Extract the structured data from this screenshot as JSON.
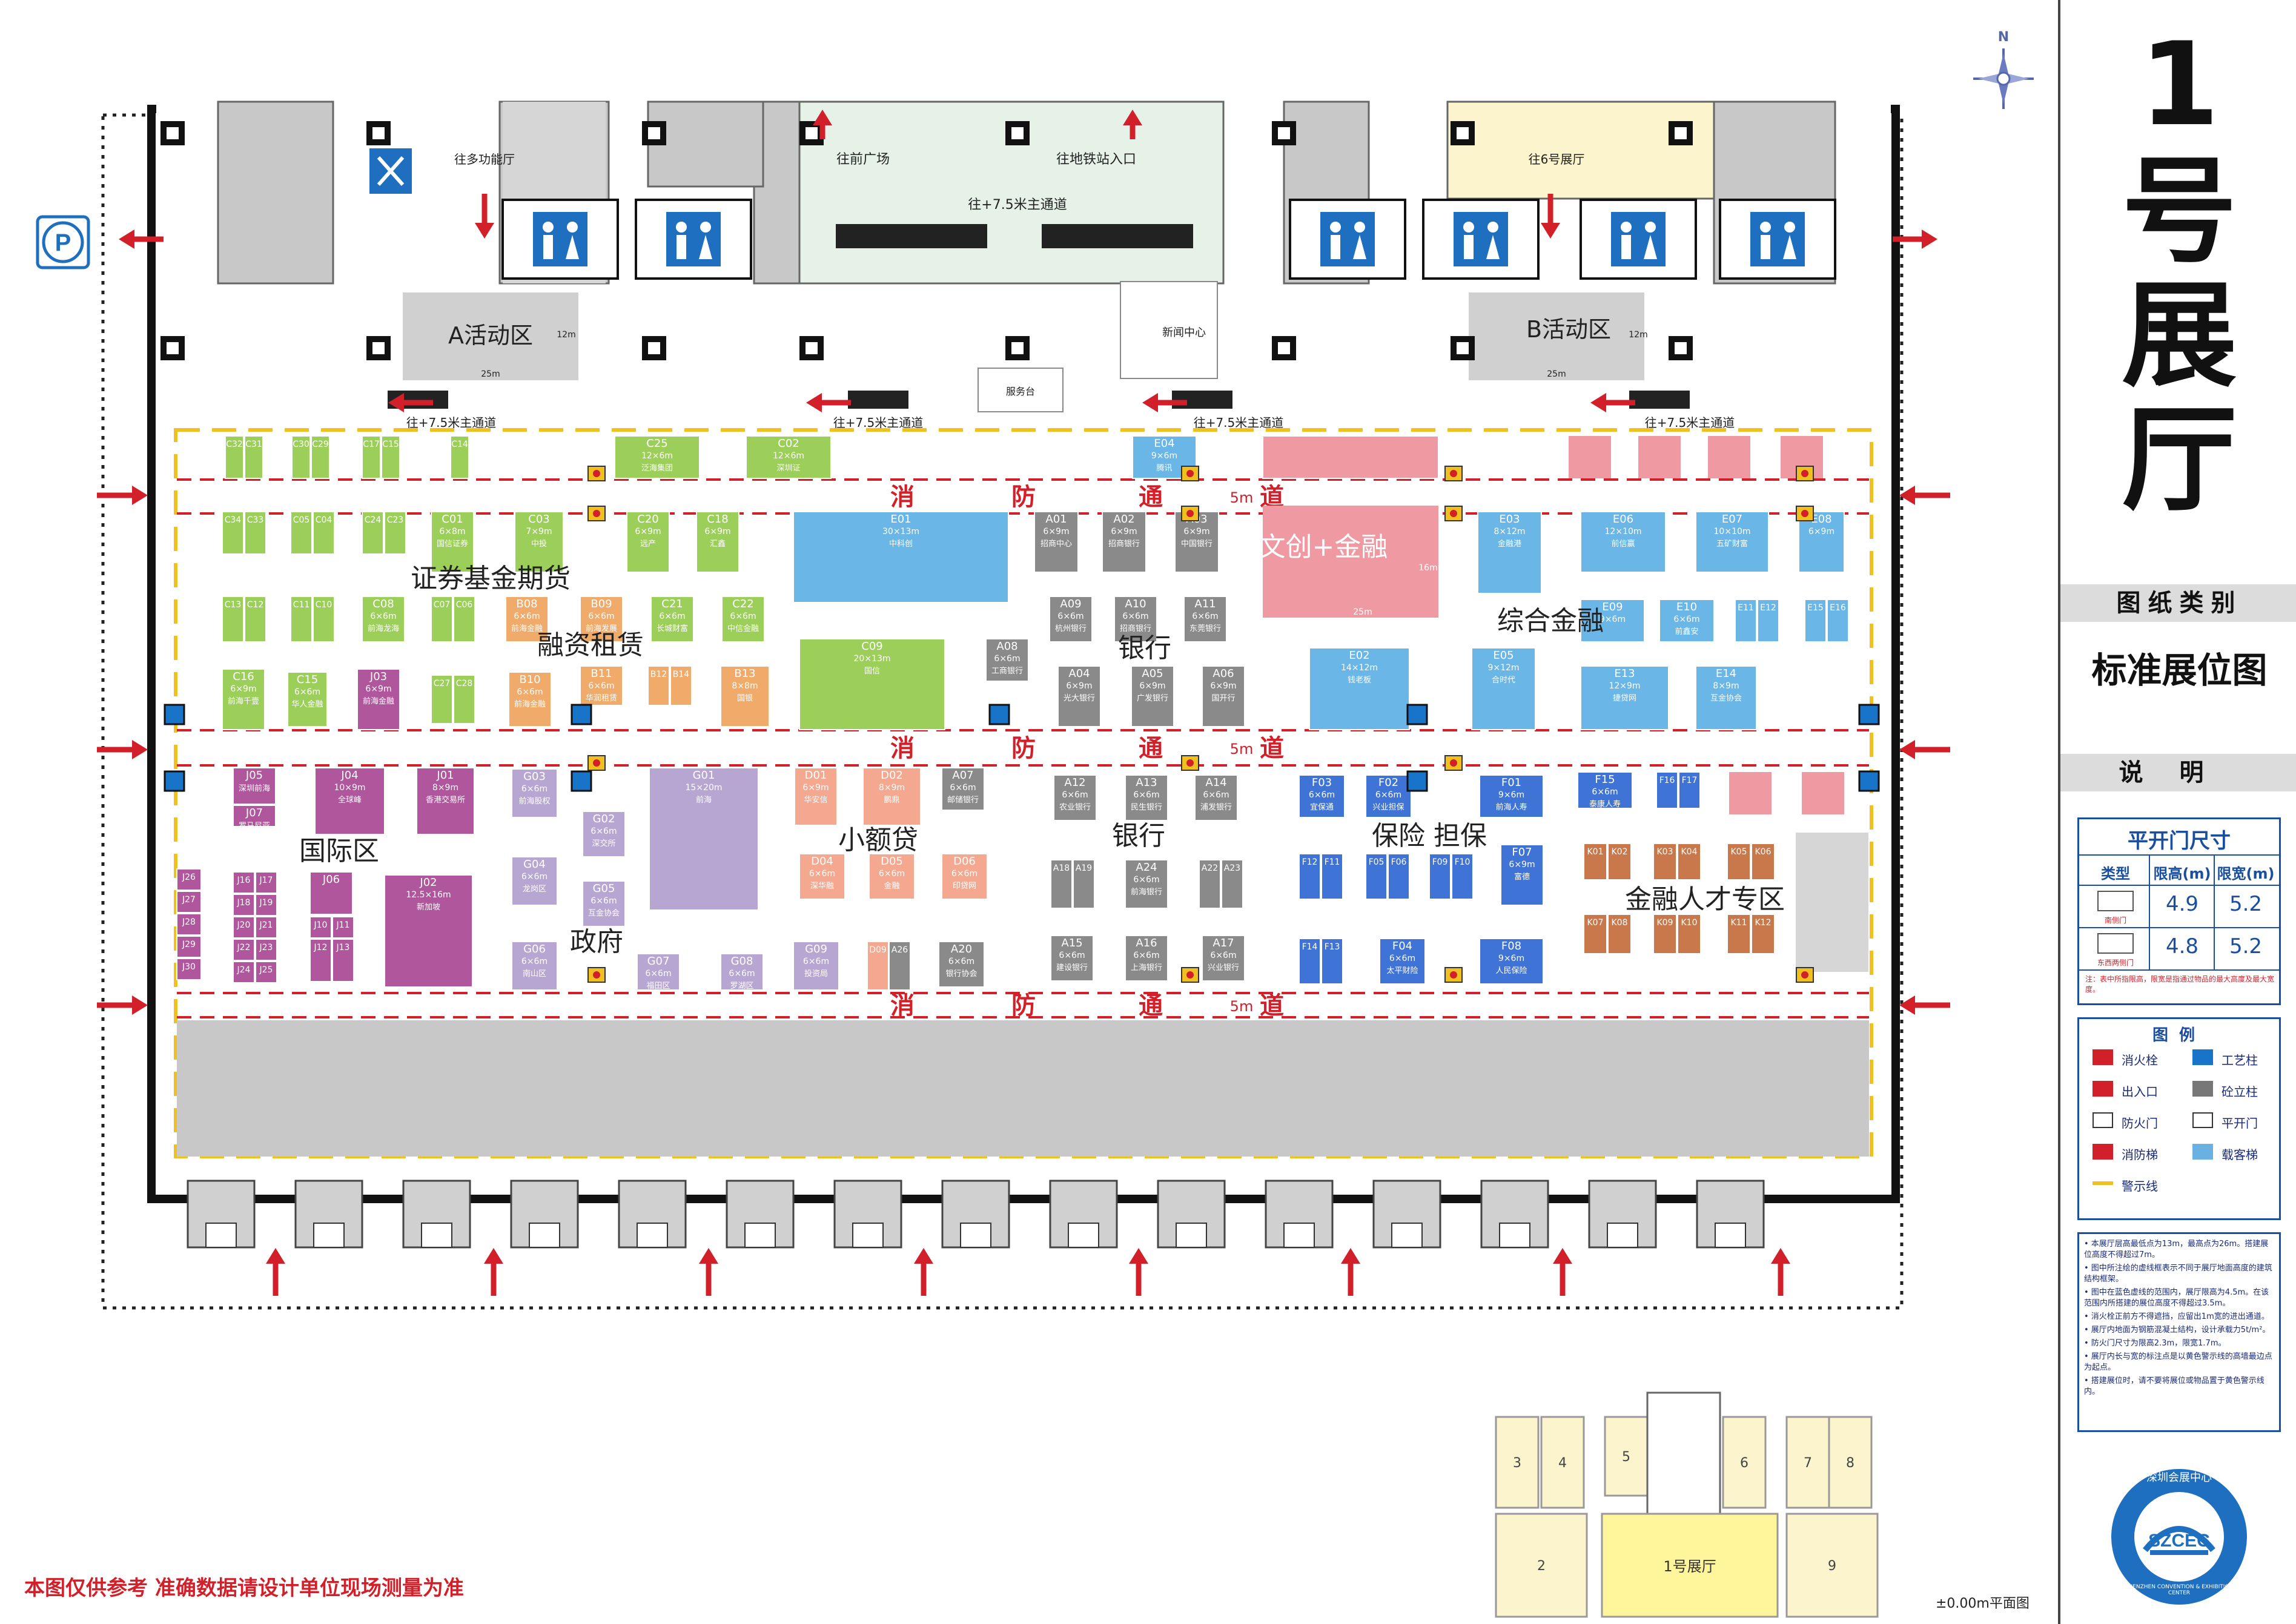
{
  "hall_title_chars": [
    "1",
    "号",
    "展",
    "厅"
  ],
  "compass_label": "N",
  "sidebar": {
    "category_band": "图纸类别",
    "drawing_type": "标准展位图",
    "notes_band": "说明",
    "door_table": {
      "title": "平开门尺寸",
      "headers": [
        "类型",
        "限高(m)",
        "限宽(m)"
      ],
      "rows": [
        {
          "type": "南侧门",
          "height": "4.9",
          "width": "5.2"
        },
        {
          "type": "东西两侧门",
          "height": "4.8",
          "width": "5.2"
        }
      ],
      "note": "注：表中所指限高，限宽是指通过物品的最大高度及最大宽度。"
    },
    "legend": {
      "title": "图例",
      "items": [
        {
          "label": "消火栓",
          "icon": "hydrant-icon",
          "color": "#d2202a"
        },
        {
          "label": "工艺柱",
          "icon": "column-icon",
          "color": "#1874c8"
        },
        {
          "label": "出入口",
          "icon": "entrance-arrow-icon",
          "color": "#d2202a"
        },
        {
          "label": "砼立柱",
          "icon": "concrete-column-icon",
          "color": "#777777"
        },
        {
          "label": "防火门",
          "icon": "fire-door-icon",
          "color": "#333333"
        },
        {
          "label": "平开门",
          "icon": "swing-door-icon",
          "color": "#333333"
        },
        {
          "label": "消防梯",
          "icon": "fire-stair-icon",
          "color": "#d2202a"
        },
        {
          "label": "载客梯",
          "icon": "elevator-icon",
          "color": "#6ab0e0"
        },
        {
          "label": "警示线",
          "icon": "warning-line-icon",
          "color": "#f0c020"
        }
      ]
    },
    "notes": [
      "本展厅层高最低点为13m，最高点为26m。搭建展位高度不得超过7m。",
      "图中所注绘的虚线框表示不同于展厅地面高度的建筑结构框架。",
      "图中在蓝色虚线的范围内，展厅限高为4.5m。在该范围内所搭建的展位高度不得超过3.5m。",
      "消火栓正前方不得遮挡，应留出1m宽的进出通道。",
      "展厅内地面为钢筋混凝土结构，设计承载力5t/m²。",
      "防火门尺寸为限高2.3m，限宽1.7m。",
      "展厅内长与宽的标注点是以黄色警示线的高墙最边点为起点。",
      "搭建展位时，请不要将展位或物品置于黄色警示线内。"
    ],
    "logo_text": "SZCEC",
    "logo_ring_cn": "深圳会展中心",
    "logo_ring_en": "SHENZHEN CONVENTION & EXHIBITION CENTER"
  },
  "footer": {
    "warning": "本图仅供参考 准确数据请设计单位现场测量为准",
    "level": "±0.00m平面图"
  },
  "north_labels": {
    "multi_hall": "往多功能厅",
    "front_plaza": "往前广场",
    "metro": "往地铁站入口",
    "hall6": "往6号展厅",
    "main_passage_75": "往+7.5米主通道",
    "service_desk": "服务台",
    "news_center": "新闻中心",
    "area_a": "A活动区",
    "area_b": "B活动区",
    "dim_12m": "12m",
    "dim_25m": "25m",
    "dim_16m": "16m"
  },
  "fire_lane": {
    "chars": [
      "消",
      "防",
      "通",
      "道"
    ],
    "width": "5m"
  },
  "zones": [
    {
      "name": "证券基金期货"
    },
    {
      "name": "融资租赁"
    },
    {
      "name": "银行"
    },
    {
      "name": "综合金融"
    },
    {
      "name": "国际区"
    },
    {
      "name": "小额贷"
    },
    {
      "name": "银行"
    },
    {
      "name": "保险 担保"
    },
    {
      "name": "政府"
    },
    {
      "name": "金融人才专区"
    }
  ],
  "booth_colors": {
    "securities": "#9ccf5a",
    "leasing": "#f0aa6a",
    "bank": "#8a8a8a",
    "culture": "#ef9aa2",
    "finance": "#6ab6e6",
    "international": "#b0569c",
    "government": "#b8a6d2",
    "microloan": "#f5a890",
    "insurance": "#3f74d6",
    "talent": "#c8784a",
    "event": "#d0d0d0",
    "toilet": "#1f6fc0"
  },
  "booths": [
    {
      "id": "C32",
      "size": "",
      "org": ""
    },
    {
      "id": "C31",
      "size": "",
      "org": ""
    },
    {
      "id": "C30",
      "size": "",
      "org": ""
    },
    {
      "id": "C29",
      "size": "",
      "org": ""
    },
    {
      "id": "C17",
      "size": "",
      "org": ""
    },
    {
      "id": "C15",
      "size": "",
      "org": ""
    },
    {
      "id": "C09",
      "size": "",
      "org": ""
    },
    {
      "id": "C14",
      "size": "",
      "org": ""
    },
    {
      "id": "C25",
      "size": "12×6m",
      "org": "泛海集团"
    },
    {
      "id": "C02",
      "size": "12×6m",
      "org": "深圳证"
    },
    {
      "id": "C34",
      "size": "",
      "org": ""
    },
    {
      "id": "C33",
      "size": "",
      "org": ""
    },
    {
      "id": "C05",
      "size": "",
      "org": ""
    },
    {
      "id": "C04",
      "size": "",
      "org": ""
    },
    {
      "id": "C24",
      "size": "",
      "org": ""
    },
    {
      "id": "C23",
      "size": "",
      "org": ""
    },
    {
      "id": "C01",
      "size": "6×8m",
      "org": "国信证券"
    },
    {
      "id": "C03",
      "size": "7×9m",
      "org": "中投"
    },
    {
      "id": "C20",
      "size": "6×9m",
      "org": "远产"
    },
    {
      "id": "C18",
      "size": "6×9m",
      "org": "汇鑫"
    },
    {
      "id": "C13",
      "size": "",
      "org": ""
    },
    {
      "id": "C12",
      "size": "",
      "org": ""
    },
    {
      "id": "C11",
      "size": "",
      "org": ""
    },
    {
      "id": "C10",
      "size": "",
      "org": ""
    },
    {
      "id": "C08",
      "size": "6×6m",
      "org": "前海龙海"
    },
    {
      "id": "C07",
      "size": "",
      "org": ""
    },
    {
      "id": "C06",
      "size": "",
      "org": ""
    },
    {
      "id": "B08",
      "size": "6×6m",
      "org": "前海金融"
    },
    {
      "id": "B09",
      "size": "6×6m",
      "org": "前海发展"
    },
    {
      "id": "C21",
      "size": "6×6m",
      "org": "长城财富"
    },
    {
      "id": "C22",
      "size": "6×6m",
      "org": "中信金融"
    },
    {
      "id": "C16",
      "size": "6×9m",
      "org": "前海千壹"
    },
    {
      "id": "C15",
      "size": "6×6m",
      "org": "华人金融"
    },
    {
      "id": "J03",
      "size": "6×9m",
      "org": "前海金融"
    },
    {
      "id": "C27",
      "size": "",
      "org": ""
    },
    {
      "id": "C28",
      "size": "",
      "org": ""
    },
    {
      "id": "B10",
      "size": "6×6m",
      "org": "前海金融"
    },
    {
      "id": "B11",
      "size": "6×6m",
      "org": "华润租赁"
    },
    {
      "id": "B12",
      "size": "",
      "org": ""
    },
    {
      "id": "B14",
      "size": "",
      "org": ""
    },
    {
      "id": "B13",
      "size": "8×8m",
      "org": "国银"
    },
    {
      "id": "E04",
      "size": "9×6m",
      "org": "腾讯"
    },
    {
      "id": "E01",
      "size": "30×13m",
      "org": "中科创"
    },
    {
      "id": "A01",
      "size": "6×9m",
      "org": "招商中心"
    },
    {
      "id": "A02",
      "size": "6×9m",
      "org": "招商银行"
    },
    {
      "id": "A03",
      "size": "6×9m",
      "org": "中国银行"
    },
    {
      "id": "A09",
      "size": "6×6m",
      "org": "杭州银行"
    },
    {
      "id": "A10",
      "size": "6×6m",
      "org": "招商银行"
    },
    {
      "id": "A11",
      "size": "6×6m",
      "org": "东莞银行"
    },
    {
      "id": "C09",
      "size": "20×13m",
      "org": "国信"
    },
    {
      "id": "A08",
      "size": "6×6m",
      "org": "工商银行"
    },
    {
      "id": "A04",
      "size": "6×9m",
      "org": "光大银行"
    },
    {
      "id": "A05",
      "size": "6×9m",
      "org": "广发银行"
    },
    {
      "id": "A06",
      "size": "6×9m",
      "org": "国开行"
    },
    {
      "id": "WC1",
      "size": "",
      "org": "文创+金融"
    },
    {
      "id": "E03",
      "size": "8×12m",
      "org": "金融港"
    },
    {
      "id": "E06",
      "size": "12×10m",
      "org": "前信赢"
    },
    {
      "id": "E07",
      "size": "10×10m",
      "org": "五矿财富"
    },
    {
      "id": "E08",
      "size": "6×9m",
      "org": ""
    },
    {
      "id": "E09",
      "size": "9×6m",
      "org": ""
    },
    {
      "id": "E10",
      "size": "6×6m",
      "org": "前鑫安"
    },
    {
      "id": "E11",
      "size": "",
      "org": ""
    },
    {
      "id": "E12",
      "size": "",
      "org": ""
    },
    {
      "id": "E15",
      "size": "",
      "org": ""
    },
    {
      "id": "E16",
      "size": "",
      "org": ""
    },
    {
      "id": "E02",
      "size": "14×12m",
      "org": "钱老板"
    },
    {
      "id": "E05",
      "size": "9×12m",
      "org": "合时代"
    },
    {
      "id": "E13",
      "size": "12×9m",
      "org": "捷贷网"
    },
    {
      "id": "E14",
      "size": "8×9m",
      "org": "互金协会"
    },
    {
      "id": "J05",
      "size": "",
      "org": "深圳前海"
    },
    {
      "id": "J07",
      "size": "",
      "org": "罗马尼亚"
    },
    {
      "id": "J04",
      "size": "10×9m",
      "org": "全球峰"
    },
    {
      "id": "J01",
      "size": "8×9m",
      "org": "香港交易所"
    },
    {
      "id": "G03",
      "size": "6×6m",
      "org": "前海股权"
    },
    {
      "id": "G01",
      "size": "15×20m",
      "org": "前海"
    },
    {
      "id": "G02",
      "size": "6×6m",
      "org": "深交所"
    },
    {
      "id": "G04",
      "size": "6×6m",
      "org": "龙岗区"
    },
    {
      "id": "G05",
      "size": "6×6m",
      "org": "互金协会"
    },
    {
      "id": "J16",
      "size": "",
      "org": ""
    },
    {
      "id": "J17",
      "size": "",
      "org": ""
    },
    {
      "id": "J18",
      "size": "",
      "org": ""
    },
    {
      "id": "J19",
      "size": "",
      "org": ""
    },
    {
      "id": "J20",
      "size": "",
      "org": ""
    },
    {
      "id": "J21",
      "size": "",
      "org": ""
    },
    {
      "id": "J22",
      "size": "",
      "org": ""
    },
    {
      "id": "J23",
      "size": "",
      "org": ""
    },
    {
      "id": "J24",
      "size": "",
      "org": ""
    },
    {
      "id": "J25",
      "size": "",
      "org": ""
    },
    {
      "id": "J26",
      "size": "",
      "org": ""
    },
    {
      "id": "J27",
      "size": "",
      "org": ""
    },
    {
      "id": "J28",
      "size": "",
      "org": ""
    },
    {
      "id": "J29",
      "size": "",
      "org": ""
    },
    {
      "id": "J30",
      "size": "",
      "org": ""
    },
    {
      "id": "J06",
      "size": "",
      "org": ""
    },
    {
      "id": "J10",
      "size": "",
      "org": ""
    },
    {
      "id": "J11",
      "size": "",
      "org": ""
    },
    {
      "id": "J12",
      "size": "",
      "org": ""
    },
    {
      "id": "J13",
      "size": "",
      "org": ""
    },
    {
      "id": "J02",
      "size": "12.5×16m",
      "org": "新加坡"
    },
    {
      "id": "G06",
      "size": "6×6m",
      "org": "南山区"
    },
    {
      "id": "G07",
      "size": "6×6m",
      "org": "福田区"
    },
    {
      "id": "G08",
      "size": "6×6m",
      "org": "罗湖区"
    },
    {
      "id": "D01",
      "size": "6×9m",
      "org": "华安信"
    },
    {
      "id": "D02",
      "size": "8×9m",
      "org": "鹏鼎"
    },
    {
      "id": "A07",
      "size": "6×6m",
      "org": "邮储银行"
    },
    {
      "id": "D04",
      "size": "6×6m",
      "org": "深华融"
    },
    {
      "id": "D05",
      "size": "6×6m",
      "org": "金融"
    },
    {
      "id": "D06",
      "size": "6×6m",
      "org": "印贷网"
    },
    {
      "id": "G09",
      "size": "6×6m",
      "org": "投资局"
    },
    {
      "id": "D09",
      "size": "",
      "org": ""
    },
    {
      "id": "A26",
      "size": "",
      "org": ""
    },
    {
      "id": "A20",
      "size": "6×6m",
      "org": "银行协会"
    },
    {
      "id": "A12",
      "size": "6×6m",
      "org": "农业银行"
    },
    {
      "id": "A13",
      "size": "6×6m",
      "org": "民生银行"
    },
    {
      "id": "A14",
      "size": "6×6m",
      "org": "浦发银行"
    },
    {
      "id": "A18",
      "size": "",
      "org": ""
    },
    {
      "id": "A19",
      "size": "",
      "org": ""
    },
    {
      "id": "A24",
      "size": "6×6m",
      "org": "前海银行"
    },
    {
      "id": "A22",
      "size": "",
      "org": ""
    },
    {
      "id": "A23",
      "size": "",
      "org": ""
    },
    {
      "id": "A15",
      "size": "6×6m",
      "org": "建设银行"
    },
    {
      "id": "A16",
      "size": "6×6m",
      "org": "上海银行"
    },
    {
      "id": "A17",
      "size": "6×6m",
      "org": "兴业银行"
    },
    {
      "id": "F03",
      "size": "6×6m",
      "org": "宜保通"
    },
    {
      "id": "F02",
      "size": "6×6m",
      "org": "兴业担保"
    },
    {
      "id": "F01",
      "size": "9×6m",
      "org": "前海人寿"
    },
    {
      "id": "F12",
      "size": "",
      "org": ""
    },
    {
      "id": "F11",
      "size": "",
      "org": ""
    },
    {
      "id": "F05",
      "size": "",
      "org": ""
    },
    {
      "id": "F06",
      "size": "",
      "org": ""
    },
    {
      "id": "F09",
      "size": "",
      "org": ""
    },
    {
      "id": "F10",
      "size": "",
      "org": ""
    },
    {
      "id": "F07",
      "size": "6×9m",
      "org": "富德"
    },
    {
      "id": "F14",
      "size": "",
      "org": ""
    },
    {
      "id": "F13",
      "size": "",
      "org": ""
    },
    {
      "id": "F04",
      "size": "6×6m",
      "org": "太平财险"
    },
    {
      "id": "F08",
      "size": "9×6m",
      "org": "人民保险"
    },
    {
      "id": "F15",
      "size": "6×6m",
      "org": "泰康人寿"
    },
    {
      "id": "F16",
      "size": "",
      "org": ""
    },
    {
      "id": "F17",
      "size": "",
      "org": ""
    },
    {
      "id": "K01",
      "size": "",
      "org": ""
    },
    {
      "id": "K02",
      "size": "",
      "org": ""
    },
    {
      "id": "K03",
      "size": "",
      "org": ""
    },
    {
      "id": "K04",
      "size": "",
      "org": ""
    },
    {
      "id": "K05",
      "size": "",
      "org": ""
    },
    {
      "id": "K06",
      "size": "",
      "org": ""
    },
    {
      "id": "K07",
      "size": "",
      "org": ""
    },
    {
      "id": "K08",
      "size": "",
      "org": ""
    },
    {
      "id": "K09",
      "size": "",
      "org": ""
    },
    {
      "id": "K10",
      "size": "",
      "org": ""
    },
    {
      "id": "K11",
      "size": "",
      "org": ""
    },
    {
      "id": "K12",
      "size": "",
      "org": ""
    }
  ],
  "key_map": {
    "halls": [
      "3",
      "4",
      "5",
      "6",
      "7",
      "8",
      "2",
      "9"
    ],
    "current_hall": "1号展厅"
  }
}
